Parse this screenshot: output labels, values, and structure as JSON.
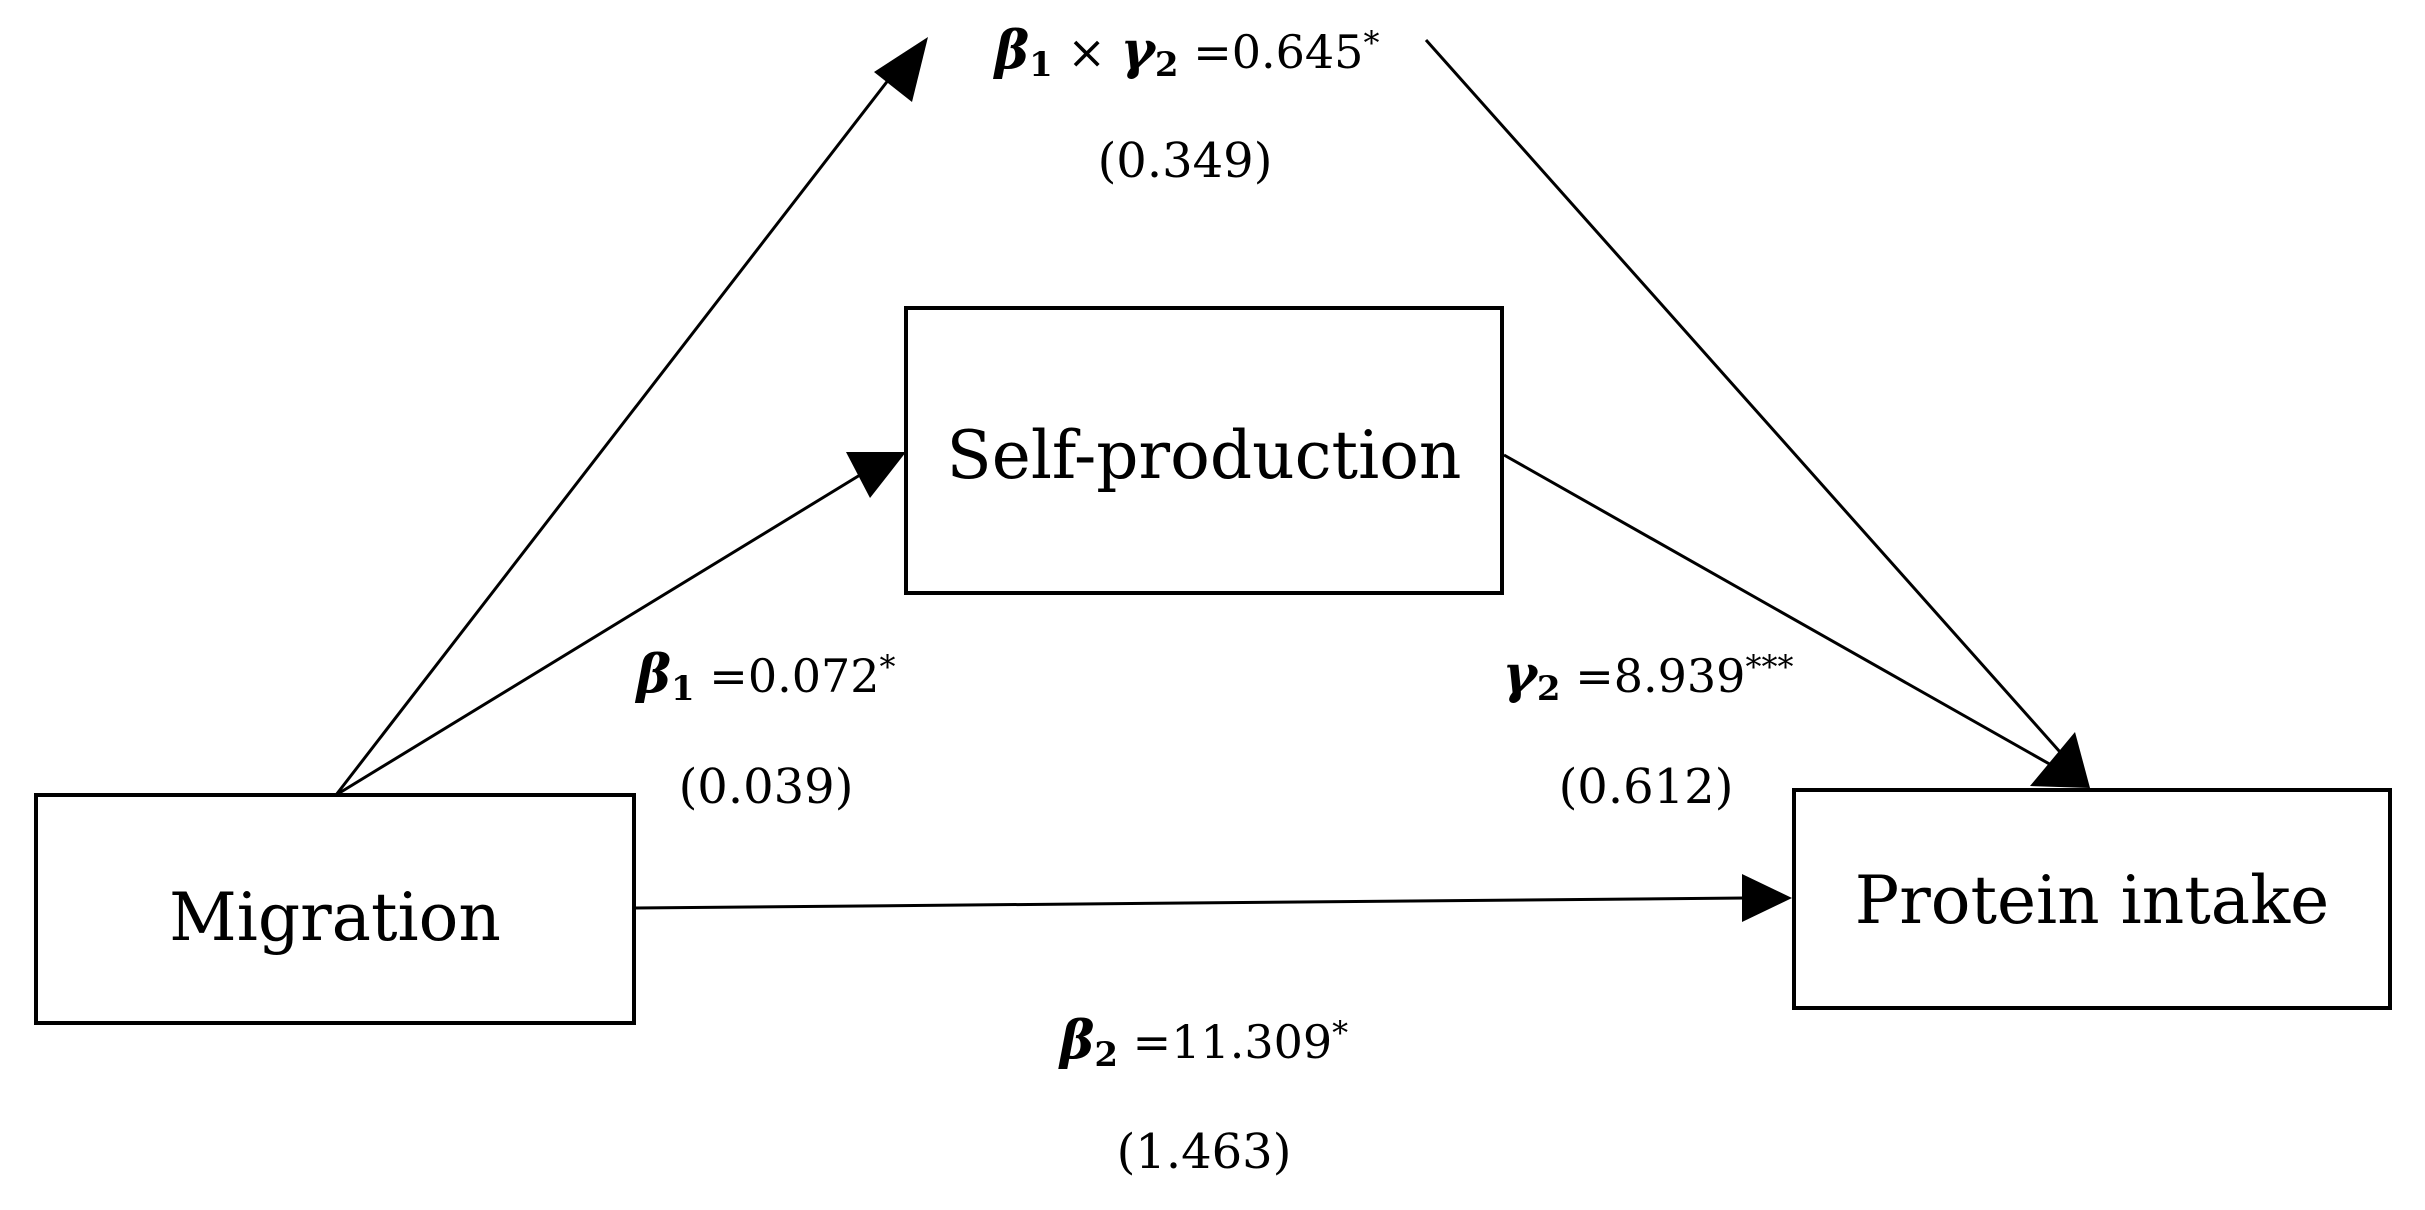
{
  "nodes": {
    "migration": "Migration",
    "mediator": "Self-production",
    "outcome": "Protein intake"
  },
  "paths": {
    "indirect": {
      "symbol_a": "β",
      "sub_a": "1",
      "times": "×",
      "symbol_b": "γ",
      "sub_b": "2",
      "equals": "=",
      "value": "0.645",
      "stars": "*",
      "se": "(0.349)"
    },
    "a_path": {
      "symbol": "β",
      "sub": "1",
      "equals": "=",
      "value": "0.072",
      "stars": "*",
      "se": "(0.039)"
    },
    "b_path": {
      "symbol": "γ",
      "sub": "2",
      "equals": "=",
      "value": "8.939",
      "stars": "***",
      "se": "(0.612)"
    },
    "direct": {
      "symbol": "β",
      "sub": "2",
      "equals": "=",
      "value": "11.309",
      "stars": "*",
      "se": "(1.463)"
    }
  }
}
